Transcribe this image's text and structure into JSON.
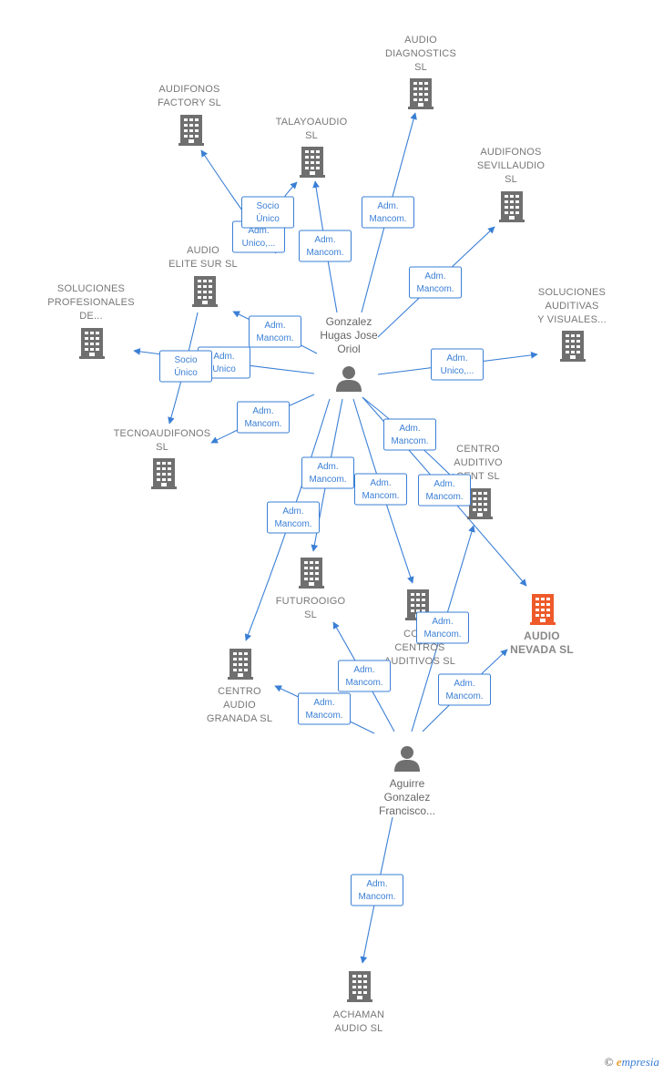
{
  "colors": {
    "edge": "#3a7fd5",
    "company": "#6f6f6f",
    "company_highlight": "#ee5a2a",
    "person": "#6f6f6f"
  },
  "people": [
    {
      "id": "p1",
      "label": [
        "Gonzalez",
        "Hugas Jose",
        "Oriol"
      ]
    },
    {
      "id": "p2",
      "label": [
        "Aguirre",
        "Gonzalez",
        "Francisco..."
      ]
    }
  ],
  "companies": [
    {
      "id": "c_audio_diag",
      "label": [
        "AUDIO",
        "DIAGNOSTICS",
        "SL"
      ],
      "icon": "building-icon"
    },
    {
      "id": "c_audif_factory",
      "label": [
        "AUDIFONOS",
        "FACTORY  SL"
      ],
      "icon": "building-icon"
    },
    {
      "id": "c_talayo",
      "label": [
        "TALAYOAUDIO",
        "SL"
      ],
      "icon": "building-icon"
    },
    {
      "id": "c_sevilla",
      "label": [
        "AUDIFONOS",
        "SEVILLAUDIO",
        "SL"
      ],
      "icon": "building-icon"
    },
    {
      "id": "c_elite",
      "label": [
        "AUDIO",
        "ELITE SUR  SL"
      ],
      "icon": "building-icon"
    },
    {
      "id": "c_solprof",
      "label": [
        "SOLUCIONES",
        "PROFESIONALES",
        "DE..."
      ],
      "icon": "building-icon"
    },
    {
      "id": "c_solaud",
      "label": [
        "SOLUCIONES",
        "AUDITIVAS",
        "Y VISUALES..."
      ],
      "icon": "building-icon"
    },
    {
      "id": "c_tecno",
      "label": [
        "TECNOAUDIFONOS",
        "SL"
      ],
      "icon": "building-icon"
    },
    {
      "id": "c_centro_aud",
      "label": [
        "CENTRO",
        "AUDITIVO",
        "CENT  SL"
      ],
      "icon": "building-icon"
    },
    {
      "id": "c_futuro",
      "label": [
        "FUTUROOIGO",
        "SL"
      ],
      "icon": "building-icon"
    },
    {
      "id": "c_corbi",
      "label": [
        "CORBI",
        "CENTROS",
        "AUDITIVOS  SL"
      ],
      "icon": "building-icon"
    },
    {
      "id": "c_nevada",
      "label": [
        "AUDIO",
        "NEVADA  SL"
      ],
      "icon": "building-icon",
      "highlight": true
    },
    {
      "id": "c_granada",
      "label": [
        "CENTRO",
        "AUDIO",
        "GRANADA  SL"
      ],
      "icon": "building-icon"
    },
    {
      "id": "c_achaman",
      "label": [
        "ACHAMAN",
        "AUDIO  SL"
      ],
      "icon": "building-icon"
    }
  ],
  "edges": [
    {
      "from": "p1",
      "to": "c_audio_diag",
      "label": [
        "Adm.",
        "Mancom."
      ]
    },
    {
      "from": "p1",
      "to": "c_audif_factory",
      "label": [
        "Adm.",
        "Unico,..."
      ]
    },
    {
      "from": "p1",
      "to": "c_talayo",
      "label": [
        "Socio",
        "Único"
      ]
    },
    {
      "from": "p1",
      "to": "c_talayo",
      "label": [
        "Adm.",
        "Mancom."
      ]
    },
    {
      "from": "p1",
      "to": "c_sevilla",
      "label": [
        "Adm.",
        "Mancom."
      ]
    },
    {
      "from": "p1",
      "to": "c_elite",
      "label": [
        "Adm.",
        "Mancom."
      ]
    },
    {
      "from": "p1",
      "to": "c_solprof",
      "label": [
        "Adm.",
        "Unico"
      ]
    },
    {
      "from": "c_elite",
      "to": "c_tecno",
      "label": [
        "Socio",
        "Único"
      ]
    },
    {
      "from": "p1",
      "to": "c_solaud",
      "label": [
        "Adm.",
        "Unico,..."
      ]
    },
    {
      "from": "p1",
      "to": "c_tecno",
      "label": [
        "Adm.",
        "Mancom."
      ]
    },
    {
      "from": "p1",
      "to": "c_centro_aud",
      "label": [
        "Adm.",
        "Mancom."
      ]
    },
    {
      "from": "p1",
      "to": "c_nevada",
      "label": [
        "Adm.",
        "Mancom."
      ]
    },
    {
      "from": "p1",
      "to": "c_futuro",
      "label": [
        "Adm.",
        "Mancom."
      ]
    },
    {
      "from": "p1",
      "to": "c_corbi",
      "label": [
        "Adm.",
        "Mancom."
      ]
    },
    {
      "from": "p1",
      "to": "c_granada",
      "label": [
        "Adm.",
        "Mancom."
      ]
    },
    {
      "from": "p2",
      "to": "c_centro_aud",
      "label": [
        "Adm.",
        "Mancom."
      ]
    },
    {
      "from": "p2",
      "to": "c_futuro",
      "label": [
        "Adm.",
        "Mancom."
      ]
    },
    {
      "from": "p2",
      "to": "c_granada",
      "label": [
        "Adm.",
        "Mancom."
      ]
    },
    {
      "from": "p2",
      "to": "c_nevada",
      "label": [
        "Adm.",
        "Mancom."
      ]
    },
    {
      "from": "p2",
      "to": "c_achaman",
      "label": [
        "Adm.",
        "Mancom."
      ]
    }
  ],
  "footer": {
    "copyright": "©",
    "brand_first": "e",
    "brand_rest": "mpresia"
  }
}
